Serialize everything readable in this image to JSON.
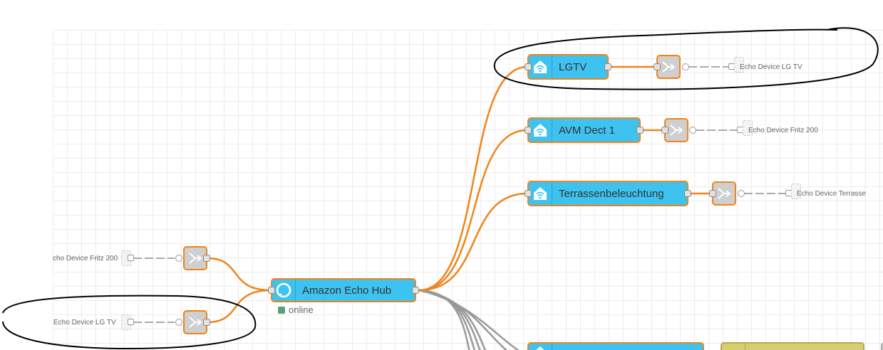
{
  "nodes": {
    "lgtv": {
      "label": "LGTV",
      "icon": "wifi-home-icon"
    },
    "avm_dect": {
      "label": "AVM Dect 1",
      "icon": "wifi-home-icon"
    },
    "terrasse": {
      "label": "Terrassenbeleuchtung",
      "icon": "wifi-home-icon"
    },
    "echo_hub": {
      "label": "Amazon Echo Hub",
      "icon": "alexa-ring-icon",
      "status": "online"
    }
  },
  "link_outputs": {
    "lg_tv": "Echo Device LG TV",
    "fritz": "Echo Device Fritz 200",
    "terrasse": "Echo Device Terrasse"
  },
  "link_inputs": {
    "fritz": "cho Device Fritz 200",
    "lg_tv": "Echo Device LG TV"
  },
  "colors": {
    "node_fill": "#3ec2ef",
    "node_border": "#f0841a",
    "wire_active": "#f0841a",
    "wire_inactive": "#999999",
    "status_ok": "#5a9e7a",
    "annotation": "#000000"
  }
}
